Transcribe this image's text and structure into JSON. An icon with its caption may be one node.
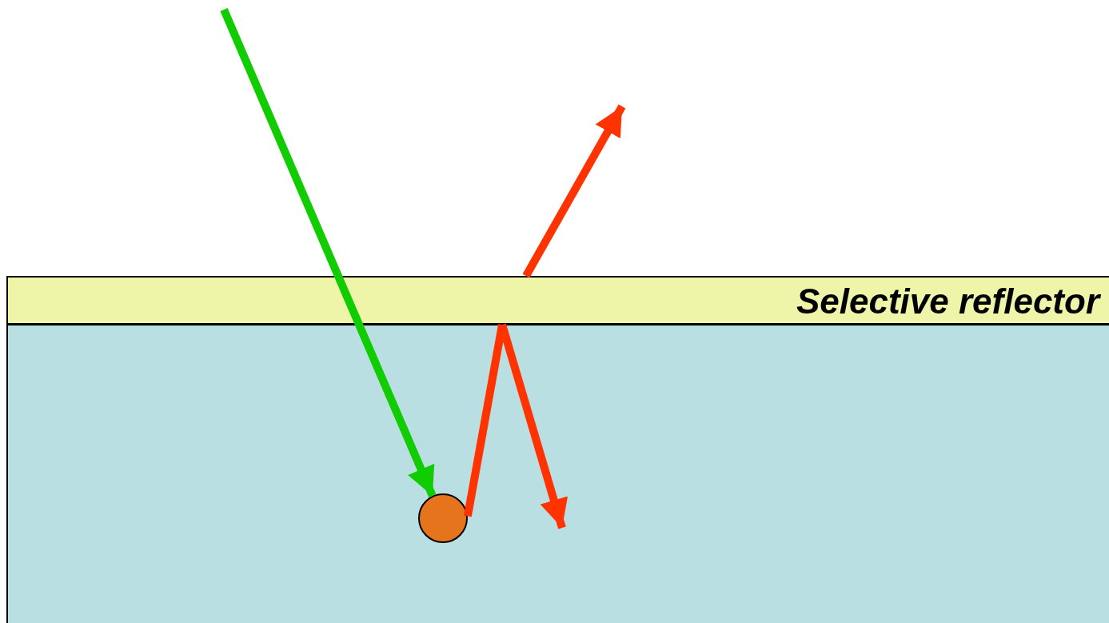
{
  "diagram": {
    "nodes": [
      {
        "text": [
          "Selective reflector"
        ]
      },
      {
        "text": [],
        "shape": "box"
      },
      {
        "text": [],
        "shape": "circle",
        "in": 1
      }
    ],
    "edges": [
      {
        "from": null,
        "to": 2,
        "arrow": "to",
        "color": "#11cc00"
      },
      {
        "from": 2,
        "to": 0,
        "arrow": "none"
      },
      {
        "from": 0,
        "to": null,
        "arrow": "to"
      },
      {
        "from": 0,
        "to": null,
        "arrow": "to"
      }
    ]
  }
}
